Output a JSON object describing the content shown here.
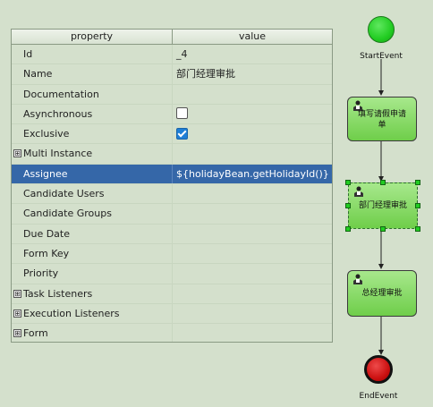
{
  "properties_panel": {
    "header": {
      "property": "property",
      "value": "value"
    },
    "rows": [
      {
        "property": "Id",
        "value": "_4",
        "expandable": false,
        "selected": false
      },
      {
        "property": "Name",
        "value": "部门经理审批",
        "expandable": false,
        "selected": false
      },
      {
        "property": "Documentation",
        "value": "",
        "expandable": false,
        "selected": false
      },
      {
        "property": "Asynchronous",
        "value": "",
        "checkbox": "unchecked",
        "expandable": false,
        "selected": false
      },
      {
        "property": "Exclusive",
        "value": "",
        "checkbox": "checked",
        "expandable": false,
        "selected": false
      },
      {
        "property": "Multi Instance",
        "value": "",
        "expandable": true,
        "selected": false
      },
      {
        "property": "Assignee",
        "value": "${holidayBean.getHolidayId()}",
        "expandable": false,
        "selected": true
      },
      {
        "property": "Candidate Users",
        "value": "",
        "expandable": false,
        "selected": false
      },
      {
        "property": "Candidate Groups",
        "value": "",
        "expandable": false,
        "selected": false
      },
      {
        "property": "Due Date",
        "value": "",
        "expandable": false,
        "selected": false
      },
      {
        "property": "Form Key",
        "value": "",
        "expandable": false,
        "selected": false
      },
      {
        "property": "Priority",
        "value": "",
        "expandable": false,
        "selected": false
      },
      {
        "property": "Task Listeners",
        "value": "",
        "expandable": true,
        "selected": false
      },
      {
        "property": "Execution Listeners",
        "value": "",
        "expandable": true,
        "selected": false
      },
      {
        "property": "Form",
        "value": "",
        "expandable": true,
        "selected": false
      }
    ],
    "expander_glyph": "⊞"
  },
  "diagram": {
    "start_event": {
      "label": "StartEvent",
      "color": "#22cc22"
    },
    "tasks": [
      {
        "label": "填写请假申请单",
        "line1": "填写请假申请",
        "line2": "单",
        "icon": "user-icon",
        "selected": false
      },
      {
        "label": "部门经理审批",
        "line1": "部门经理审批",
        "line2": "",
        "icon": "user-icon",
        "selected": true
      },
      {
        "label": "总经理审批",
        "line1": "总经理审批",
        "line2": "",
        "icon": "user-icon",
        "selected": false
      }
    ],
    "end_event": {
      "label": "EndEvent",
      "color": "#cc1111"
    }
  },
  "colors": {
    "background": "#d4e0cc",
    "selected_row": "#3567a8",
    "task_fill": "#7fd85a",
    "checkbox_checked": "#1f7fd6"
  }
}
